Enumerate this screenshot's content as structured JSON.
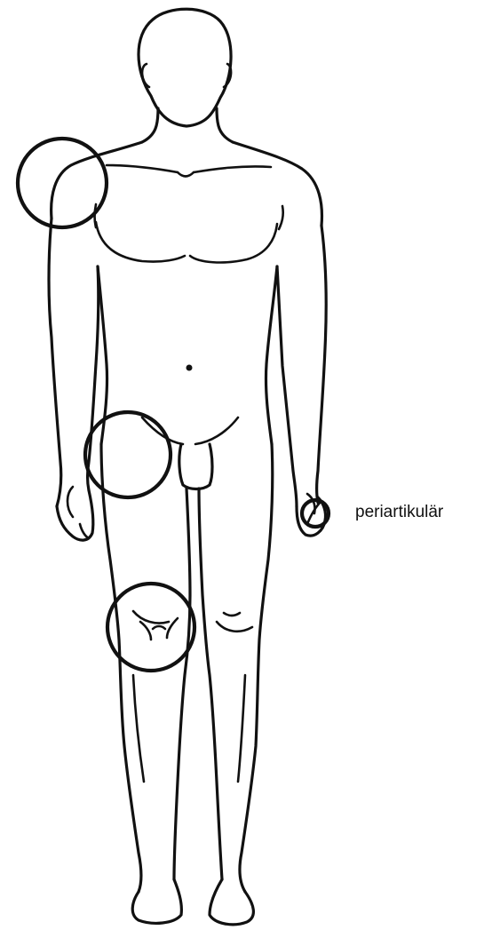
{
  "labels": {
    "periarticular": "periartikulär"
  },
  "markers": [
    {
      "site": "shoulder"
    },
    {
      "site": "hip"
    },
    {
      "site": "knee"
    },
    {
      "site": "hand"
    }
  ],
  "colors": {
    "line": "#111111",
    "background": "#ffffff"
  }
}
